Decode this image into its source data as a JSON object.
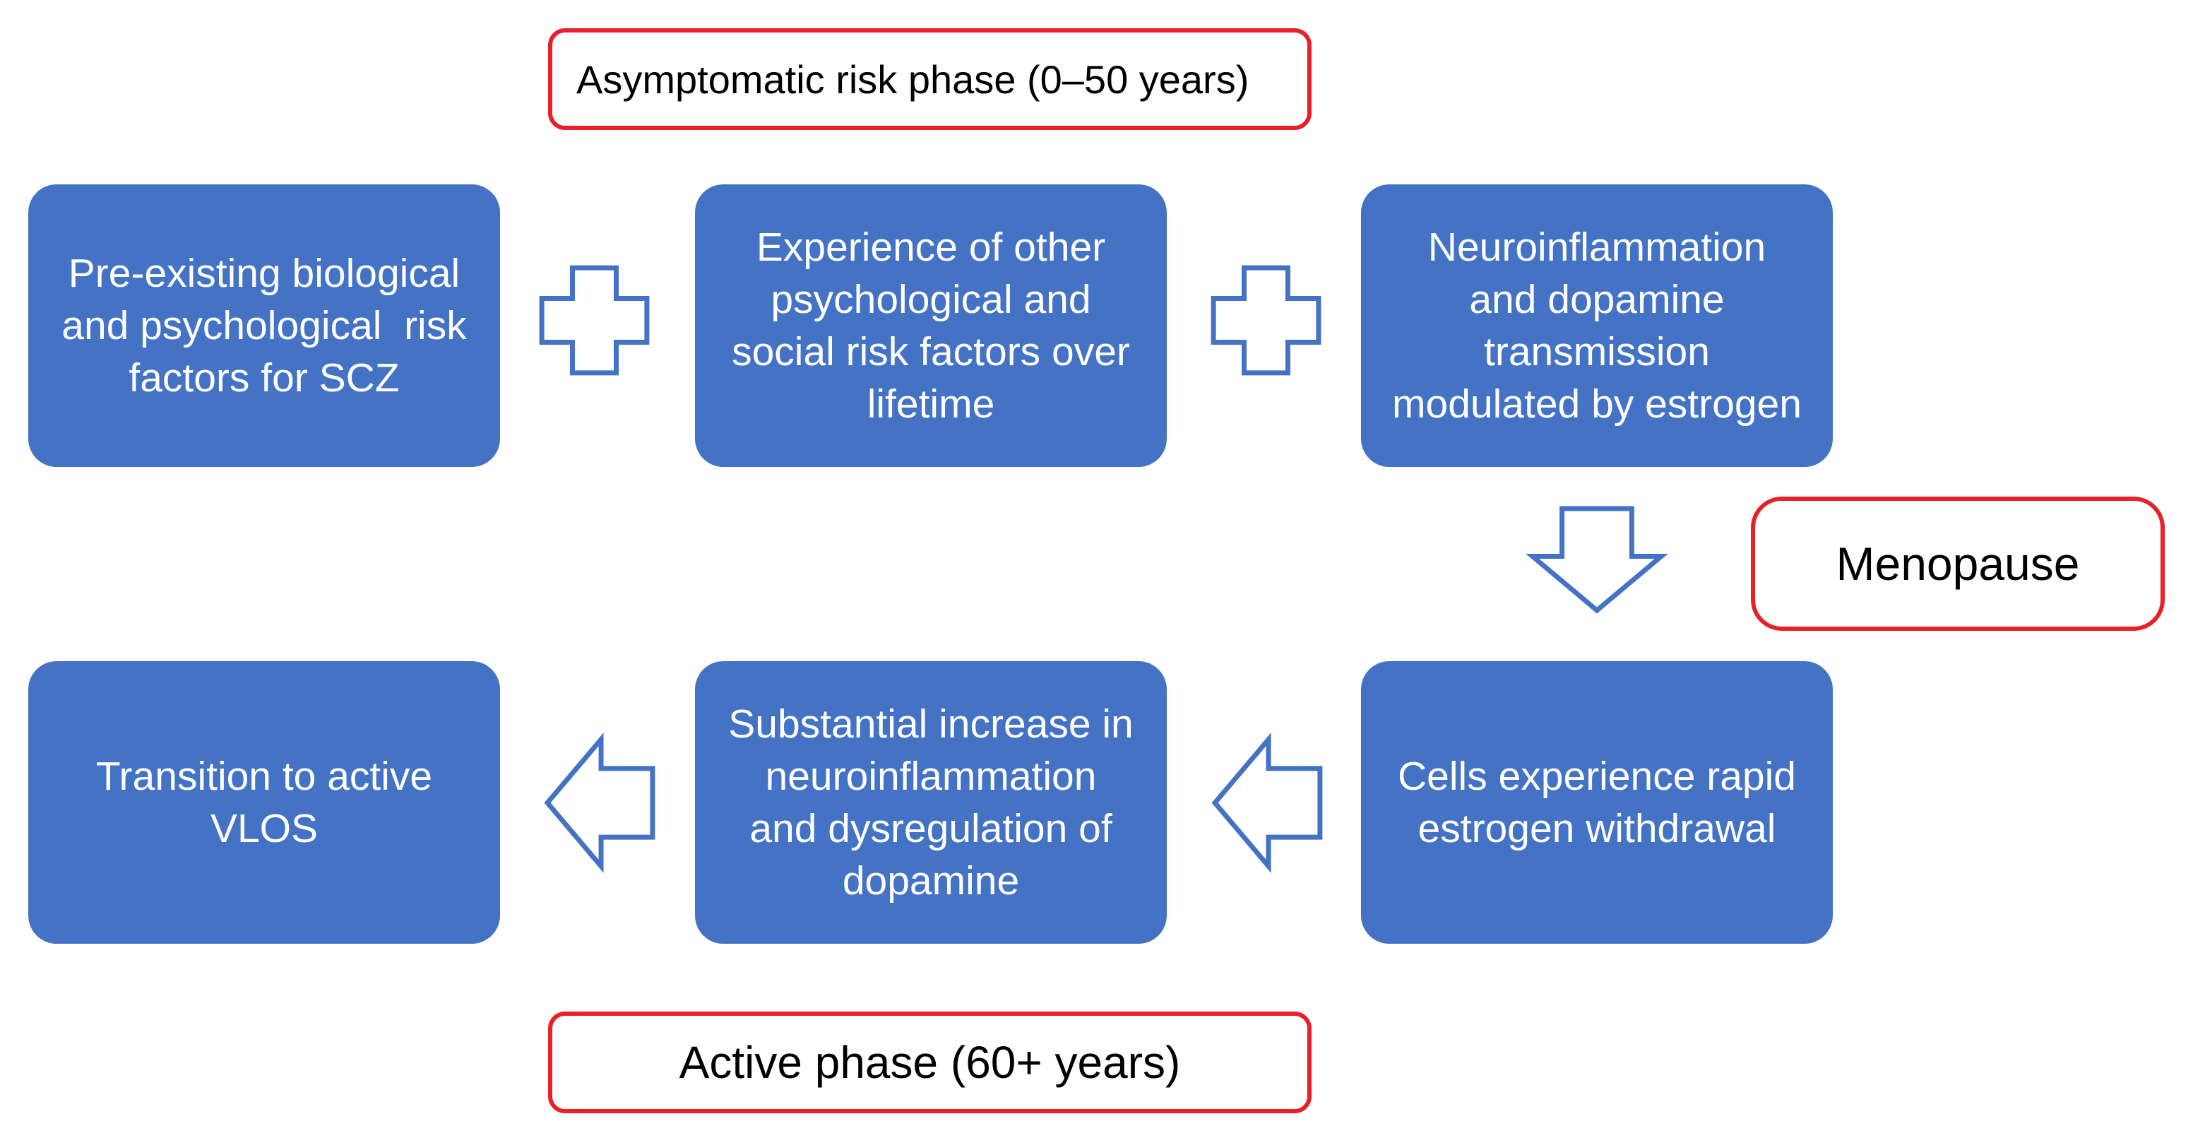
{
  "phases": {
    "asymptomatic": "Asymptomatic risk phase (0–50 years)",
    "menopause": "Menopause",
    "active": "Active phase (60+ years)"
  },
  "boxes": {
    "preexisting_risk": {
      "lines": [
        "Pre-existing biological",
        "and psychological  risk",
        "factors for SCZ"
      ]
    },
    "lifetime_risk": {
      "lines": [
        "Experience of other",
        "psychological and",
        "social risk factors over",
        "lifetime"
      ]
    },
    "estrogen_modulation": {
      "lines": [
        "Neuroinflammation",
        "and dopamine",
        "transmission",
        "modulated by estrogen"
      ]
    },
    "estrogen_withdrawal": {
      "lines": [
        "Cells experience rapid",
        "estrogen withdrawal"
      ]
    },
    "neuroinflammation_increase": {
      "lines": [
        "Substantial increase in",
        "neuroinflammation",
        "and dysregulation of",
        "dopamine"
      ]
    },
    "active_vlos": {
      "lines": [
        "Transition to active",
        "VLOS"
      ]
    }
  },
  "icons": {
    "combine": "plus-icon",
    "flow_down": "arrow-down-icon",
    "flow_left": "arrow-left-icon"
  },
  "colors": {
    "box_fill": "#4472C4",
    "box_text": "#FFFFFF",
    "label_border": "#E8202A",
    "label_text": "#000000",
    "connector_stroke": "#4472C4"
  }
}
